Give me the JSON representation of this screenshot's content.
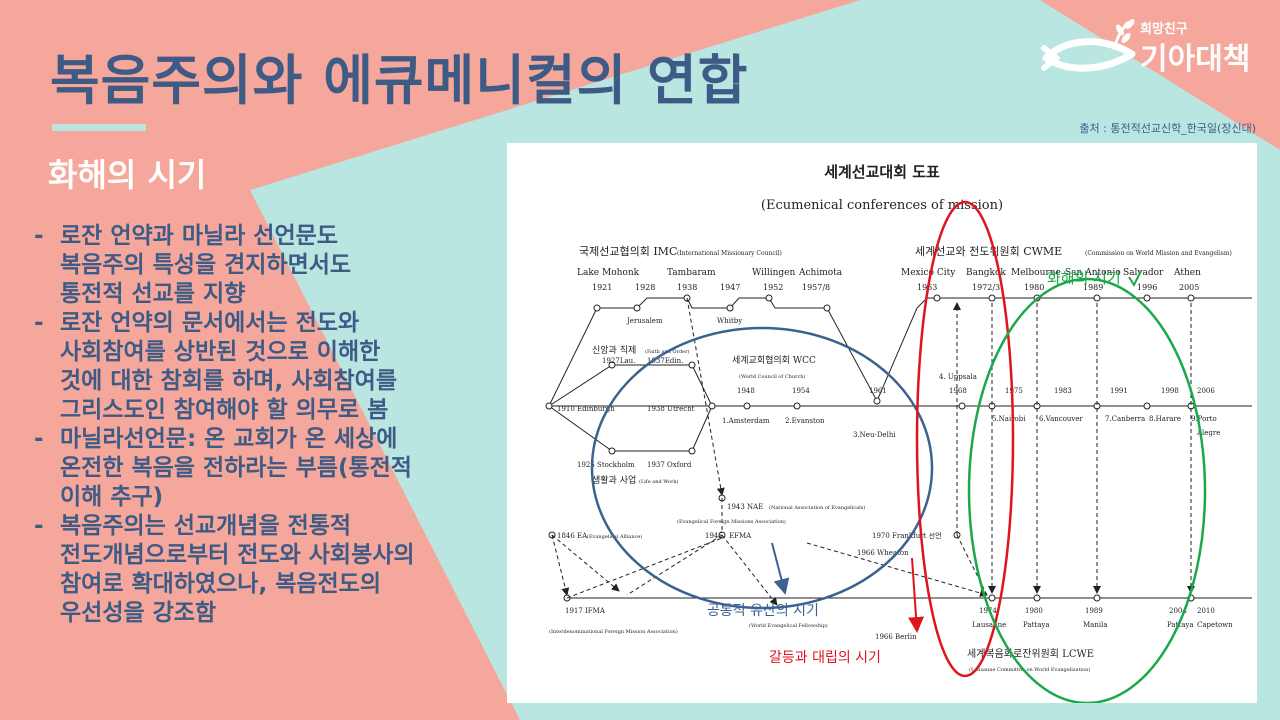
{
  "title": "복음주의와 에큐메니컬의 연합",
  "subtitle": "화해의 시기",
  "logo": {
    "small": "희망친구",
    "big": "기아대책",
    "icon": "fish-wheat-icon"
  },
  "source": "출처 : 통전적선교신학_한국일(장신대)",
  "bullets": [
    {
      "lines": [
        "로잔 언약과 마닐라 선언문도",
        "복음주의 특성을 견지하면서도",
        "통전적 선교를 지향"
      ]
    },
    {
      "lines": [
        "로잔 언약의 문서에서는 전도와",
        "사회참여를 상반된 것으로 이해한",
        "것에 대한 참회를 하며, 사회참여를",
        "그리스도인 참여해야 할 의무로 봄"
      ]
    },
    {
      "lines": [
        "마닐라선언문: 온 교회가 온 세상에",
        "온전한 복음을 전하라는 부름(통전적",
        "이해 추구)"
      ]
    },
    {
      "lines": [
        "복음주의는 선교개념을 전통적",
        "전도개념으로부터 전도와 사회봉사의",
        "참여로 확대하였으나, 복음전도의",
        "우선성을 강조함"
      ]
    }
  ],
  "diagram": {
    "title": "세계선교대회 도표",
    "subtitle": "(Ecumenical conferences of mission)",
    "imc": "국제선교협의회 IMC",
    "imc_en": "(International Missionary Council)",
    "cwme": "세계선교와 전도위원회 CWME",
    "cwme_en": "(Commission on World Mission and Evangelism)",
    "wcc": "세계교회협의회 WCC",
    "wcc_en": "(World Council of Church)",
    "faith_order": "신앙과 직제",
    "faith_order_en": "(Faith and Order)",
    "life_work": "생활과 사업",
    "life_work_en": "(Life and Work)",
    "lcwe": "세계복음화로잔위원회 LCWE",
    "lcwe_en": "(Lausanne Committee on World Evangelization)",
    "top_places": [
      "Lake Mohonk",
      "Tambaram",
      "Willingen",
      "Achimota",
      "Mexico City",
      "Bangkok",
      "Melbourne",
      "San Antonio",
      "Salvador",
      "Athen"
    ],
    "top_years": [
      "1921",
      "1928",
      "1938",
      "1947",
      "1952",
      "1957/8",
      "1963",
      "1972/3",
      "1980",
      "1989",
      "1996",
      "2005"
    ],
    "jerusalem": "Jerusalem",
    "whitby": "Whitby",
    "lau": "1927Lau.",
    "edin2": "1937Edin.",
    "edinburgh": "1910 Edinburgh",
    "utrecht": "1938 Utrecht",
    "stockholm": "1925 Stockholm",
    "oxford": "1937 Oxford",
    "wcc_years": [
      "1948",
      "1954"
    ],
    "amsterdam": "1.Amsterdam",
    "evanston": "2.Evanston",
    "y1961": "1961",
    "neu_delhi": "3.Neu-Delhi",
    "uppsala": "4. Uppsala",
    "y1968": "1968",
    "wcc_years2": [
      "1975",
      "1983",
      "1991",
      "1998",
      "2006"
    ],
    "wcc_places2": [
      "5.Nairobi",
      "6.Vancouver",
      "7.Canberra",
      "8.Harare",
      "9.Porto",
      "Alegre"
    ],
    "nae": "1943 NAE",
    "nae_en": "(National Association of Evangelicals)",
    "efma_en": "(Evangelical Foreign Missions Association)",
    "y1945": "1945",
    "efma": "EFMA",
    "y1846": "1846",
    "ea": "EA",
    "ea_en": "(Evangelical Alliance)",
    "frankfurt": "1970 Frankfurt 선언",
    "wheaton": "1966 Wheaton",
    "ifma": "1917 IFMA",
    "ifma_en": "(Interdenominational Foreign Mission Association)",
    "wef_en": "(World Evangelical Fellowship)",
    "berlin": "1966 Berlin",
    "lcwe_years": [
      "1974",
      "1980",
      "1989",
      "2004",
      "2010"
    ],
    "lcwe_places": [
      "Lausanne",
      "Pattaya",
      "Manila",
      "Pattaya",
      "Capetown"
    ],
    "ann_common": "공통적 유산의 시기",
    "ann_conflict": "갈등과 대립의 시기",
    "ann_reconcile": "화해의 시기"
  },
  "colors": {
    "title": "#3e5b86",
    "salmon": "#f5a79b",
    "mint": "#b9e6e0",
    "red": "#e0141c",
    "green": "#1aa84a",
    "blue": "#3b6390"
  }
}
